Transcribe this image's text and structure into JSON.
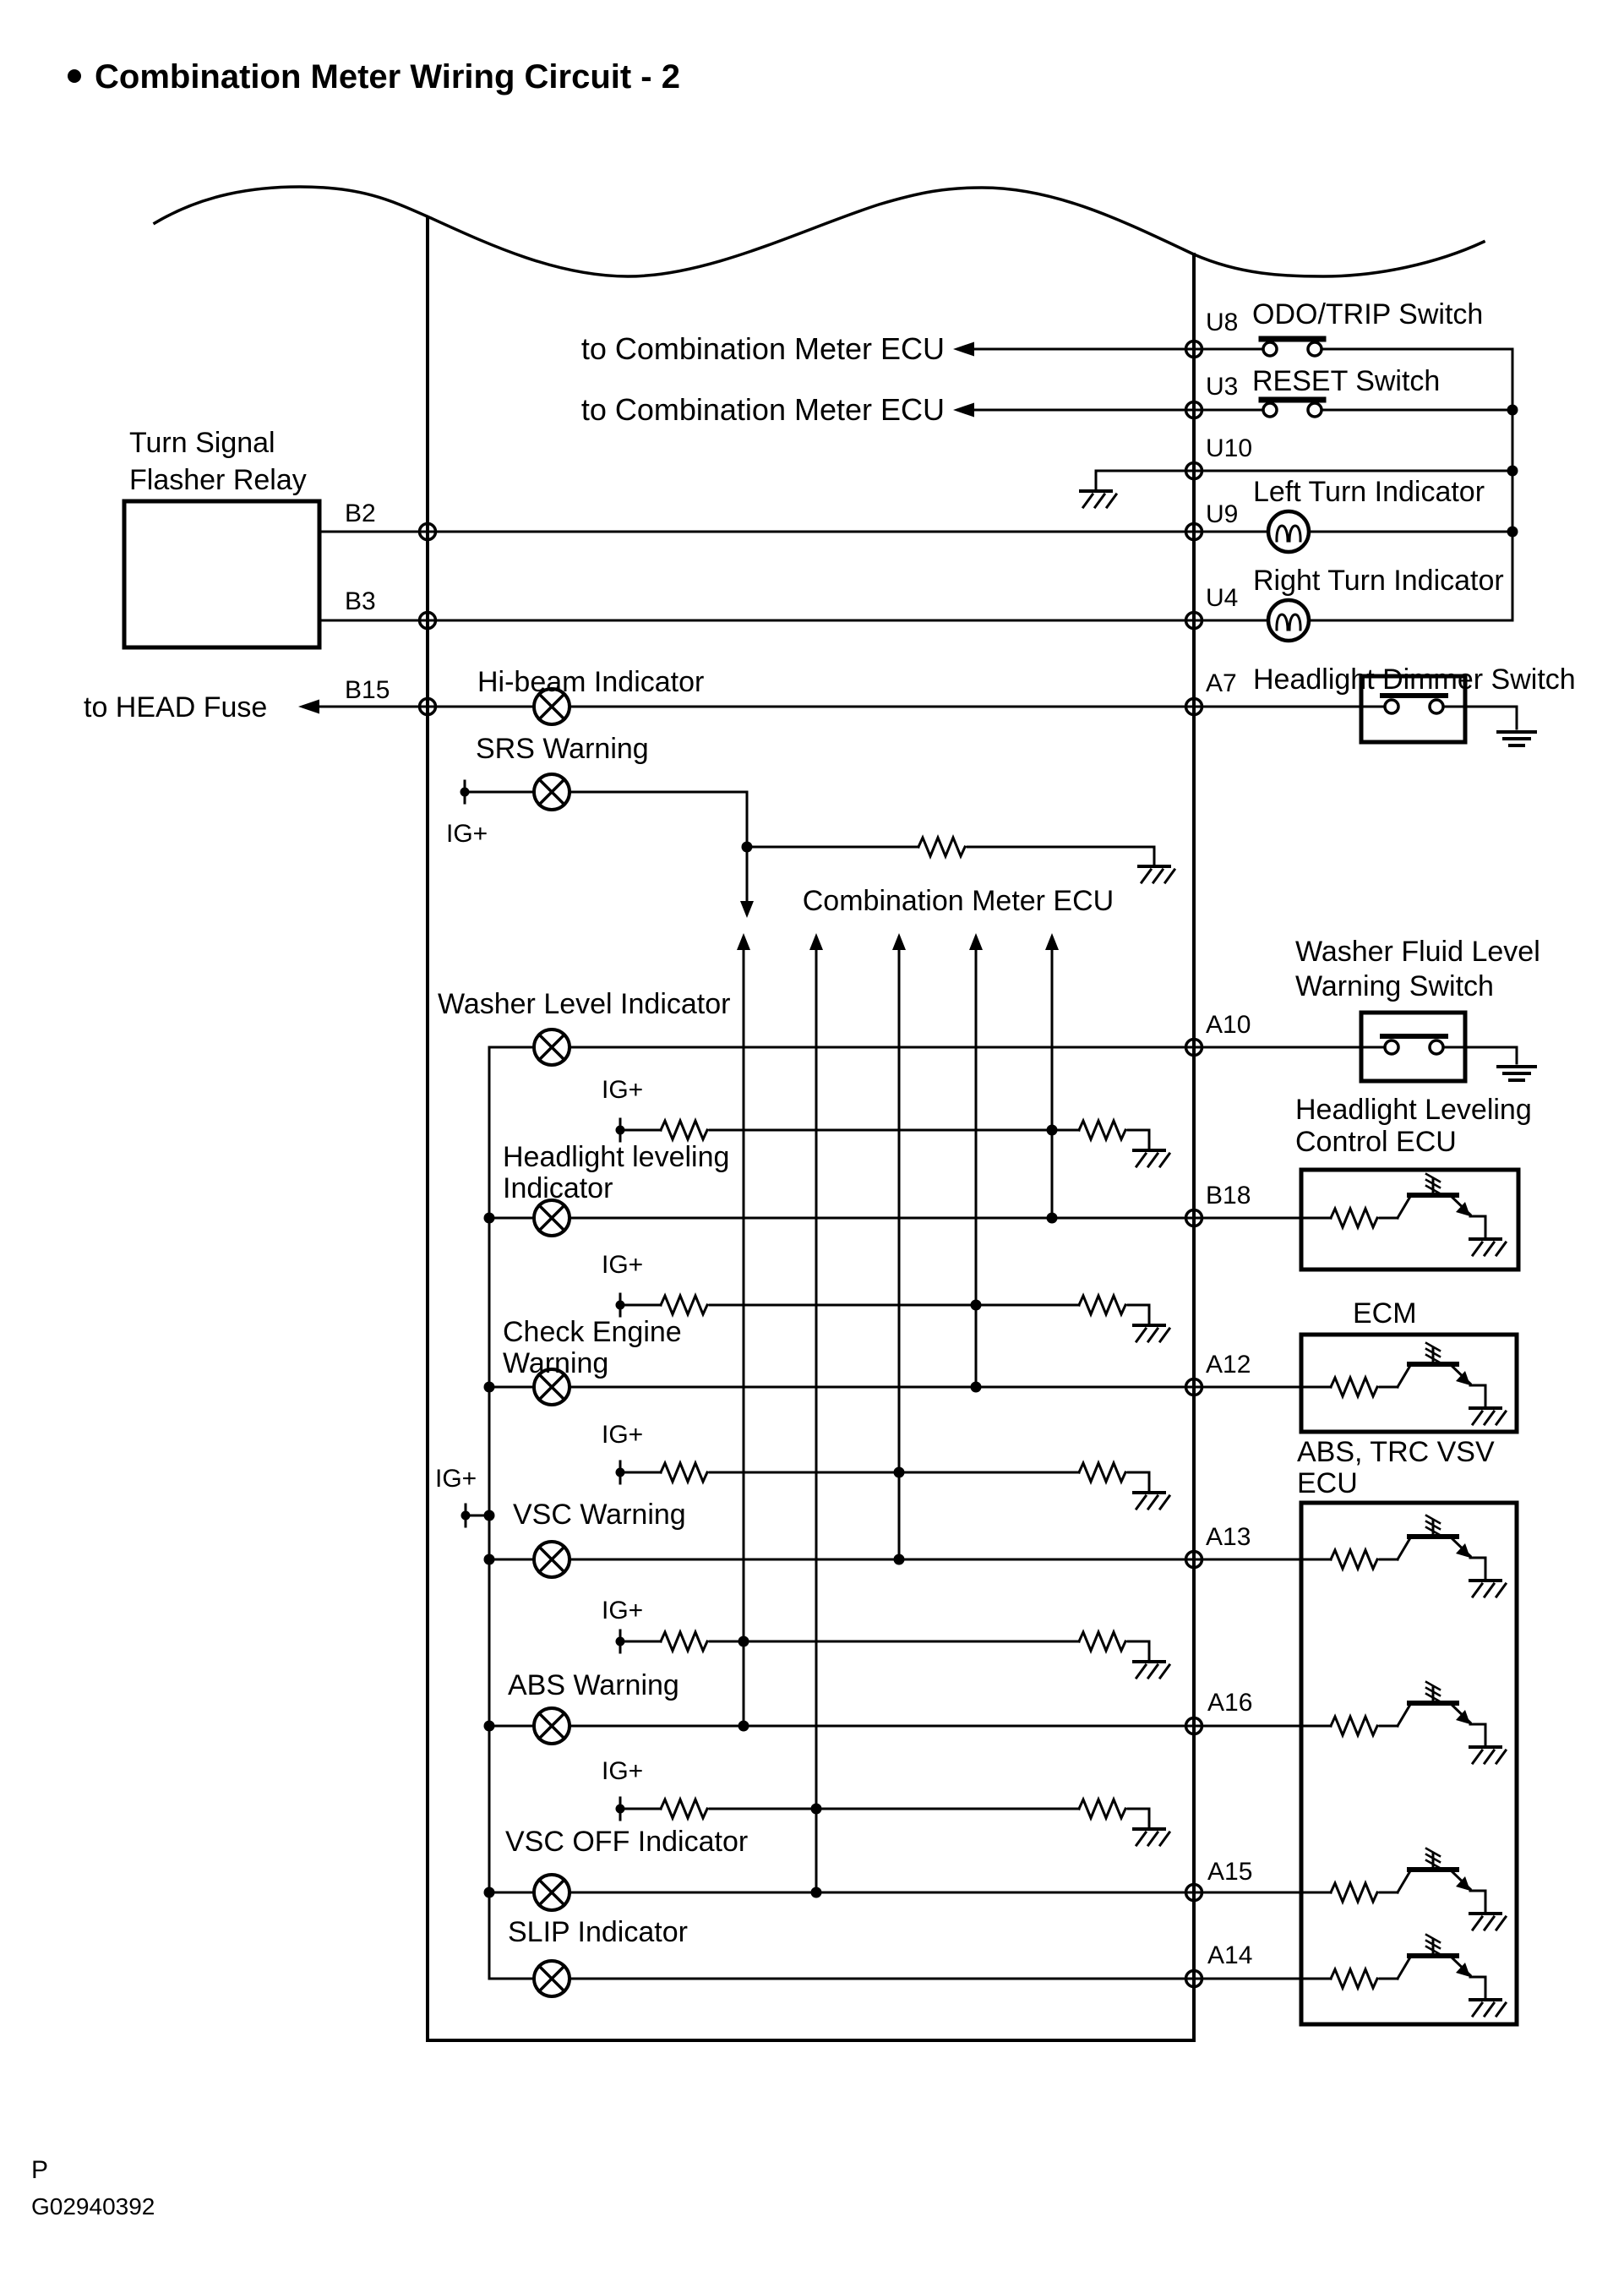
{
  "title": "Combination Meter Wiring Circuit - 2",
  "labels": {
    "to_combination_meter_ecu": "to Combination Meter ECU",
    "odo_trip_switch": "ODO/TRIP Switch",
    "reset_switch": "RESET Switch",
    "left_turn_indicator": "Left Turn Indicator",
    "right_turn_indicator": "Right Turn Indicator",
    "turn_signal": "Turn Signal",
    "flasher_relay": "Flasher Relay",
    "to_head_fuse": "to HEAD Fuse",
    "hi_beam_indicator": "Hi-beam Indicator",
    "headlight_dimmer_switch": "Headlight Dimmer Switch",
    "srs_warning": "SRS Warning",
    "ig_plus": "IG+",
    "combination_meter_ecu": "Combination Meter ECU",
    "washer_level_indicator": "Washer Level Indicator",
    "washer_fluid_level": "Washer Fluid Level",
    "warning_switch": "Warning Switch",
    "headlight_leveling": "Headlight leveling",
    "indicator": "Indicator",
    "headlight_leveling_ecu_1": "Headlight Leveling",
    "headlight_leveling_ecu_2": "Control ECU",
    "check_engine": "Check Engine",
    "warning": "Warning",
    "ecm": "ECM",
    "vsc_warning": "VSC Warning",
    "abs_trc_vsv": "ABS, TRC VSV",
    "ecu": "ECU",
    "abs_warning": "ABS Warning",
    "vsc_off_indicator": "VSC OFF Indicator",
    "slip_indicator": "SLIP Indicator"
  },
  "pins": {
    "u8": "U8",
    "u3": "U3",
    "u10": "U10",
    "u9": "U9",
    "u4": "U4",
    "a7": "A7",
    "b2": "B2",
    "b3": "B3",
    "b15": "B15",
    "a10": "A10",
    "b18": "B18",
    "a12": "A12",
    "a13": "A13",
    "a16": "A16",
    "a15": "A15",
    "a14": "A14"
  },
  "footer": {
    "page_code": "P",
    "figure_id": "G02940392"
  },
  "colors": {
    "ink": "#000000",
    "paper": "#ffffff"
  }
}
